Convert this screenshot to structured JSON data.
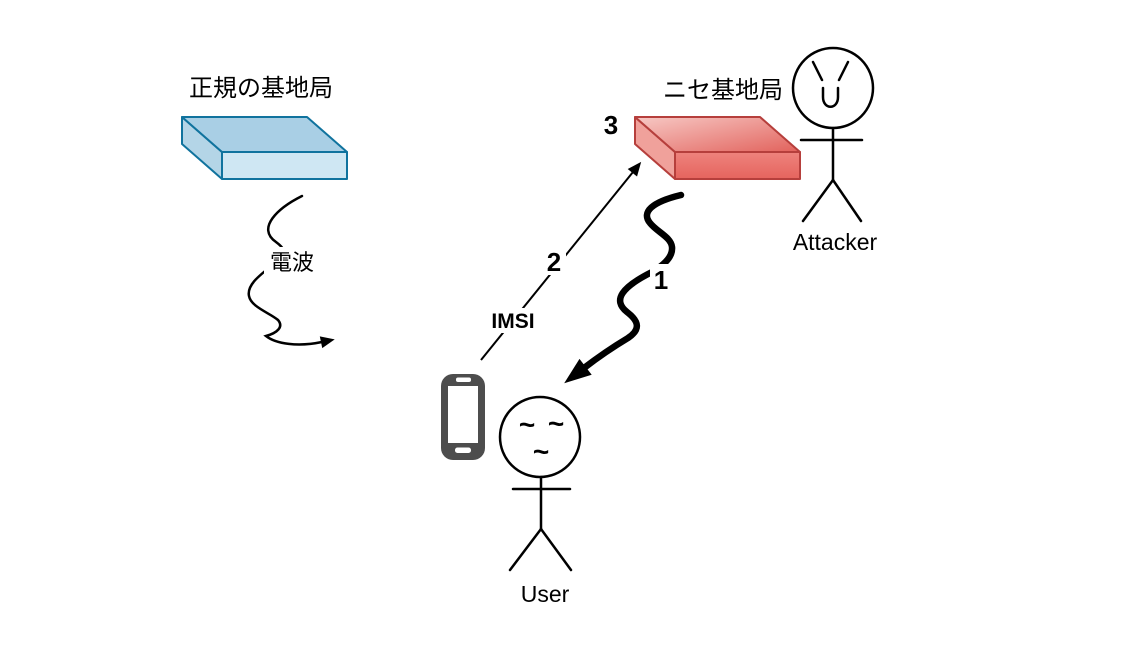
{
  "diagram": {
    "legit_station_label": "正規の基地局",
    "fake_station_label": "ニセ基地局",
    "radio_wave_label": "電波",
    "imsi_label": "IMSI",
    "attacker_label": "Attacker",
    "user_label": "User",
    "step_1": "1",
    "step_2": "2",
    "step_3": "3",
    "user_face": {
      "left_eye": "~",
      "right_eye": "~",
      "mouth": "~"
    }
  },
  "colors": {
    "legit_station_stroke": "#10739e",
    "legit_station_top": "#a9cfe5",
    "legit_station_side": "#b4d5e7",
    "legit_station_front": "#cfe7f3",
    "fake_station_stroke": "#b63f3c",
    "fake_station_top_light": "#f7c9c5",
    "fake_station_top_dark": "#e2625c",
    "fake_station_side": "#f0a19b",
    "fake_station_front_light": "#ee837d",
    "fake_station_front_dark": "#e5645e",
    "imsi_text": "#ff0000",
    "phone_body": "#4d4d4d",
    "line_color": "#000000"
  }
}
